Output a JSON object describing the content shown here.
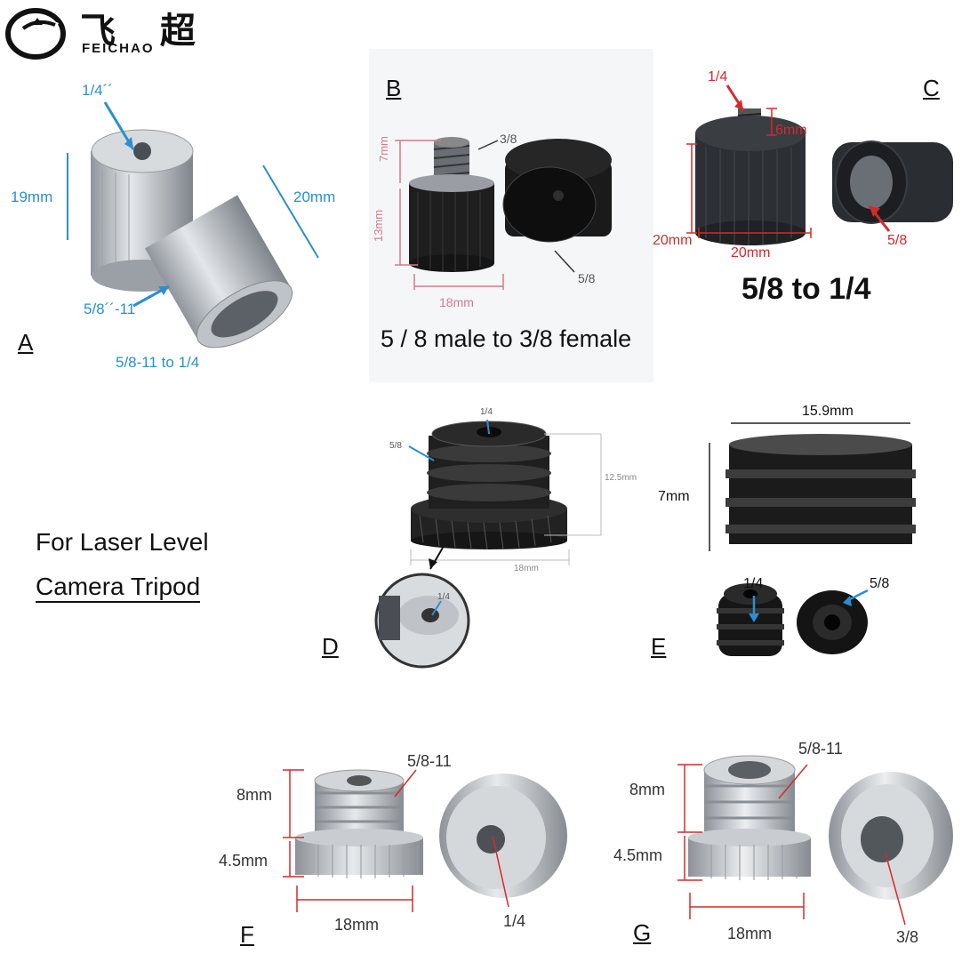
{
  "brand": {
    "cn": "飞 超",
    "en": "FEICHAO"
  },
  "panels": {
    "A": {
      "letter": "A",
      "top_thread": "1/4´´",
      "height": "19mm",
      "length": "20mm",
      "bottom_thread": "5/8´´-11",
      "caption": "5/8-11 to 1/4"
    },
    "B": {
      "letter": "B",
      "top_thread": "3/8",
      "h_top": "7mm",
      "h_body": "13mm",
      "width": "18mm",
      "bottom_thread": "5/8",
      "caption": "5 / 8 male to 3/8 female"
    },
    "C": {
      "letter": "C",
      "top_thread": "1/4",
      "h_top": "6mm",
      "height": "20mm",
      "width": "20mm",
      "bottom_thread": "5/8",
      "caption": "5/8 to 1/4"
    },
    "D": {
      "letter": "D",
      "top_thread": "1/4",
      "outer_thread": "5/8",
      "height": "12.5mm",
      "width": "18mm",
      "inset_thread": "1/4"
    },
    "E": {
      "letter": "E",
      "width": "15.9mm",
      "height": "7mm",
      "inner_thread": "1/4",
      "outer_thread": "5/8"
    },
    "F": {
      "letter": "F",
      "h_top": "8mm",
      "h_base": "4.5mm",
      "width": "18mm",
      "outer_thread": "5/8-11",
      "inner_thread": "1/4"
    },
    "G": {
      "letter": "G",
      "h_top": "8mm",
      "h_base": "4.5mm",
      "width": "18mm",
      "outer_thread": "5/8-11",
      "inner_thread": "3/8"
    }
  },
  "usage": {
    "line1": "For Laser Level",
    "line2": "Camera Tripod"
  },
  "colors": {
    "blue_annot": "#2a8fd0",
    "red_annot": "#d42a2a",
    "pink_dim": "#d37a8a",
    "black_metal": "#1e1e1e",
    "steel": "#b8bcc2"
  }
}
